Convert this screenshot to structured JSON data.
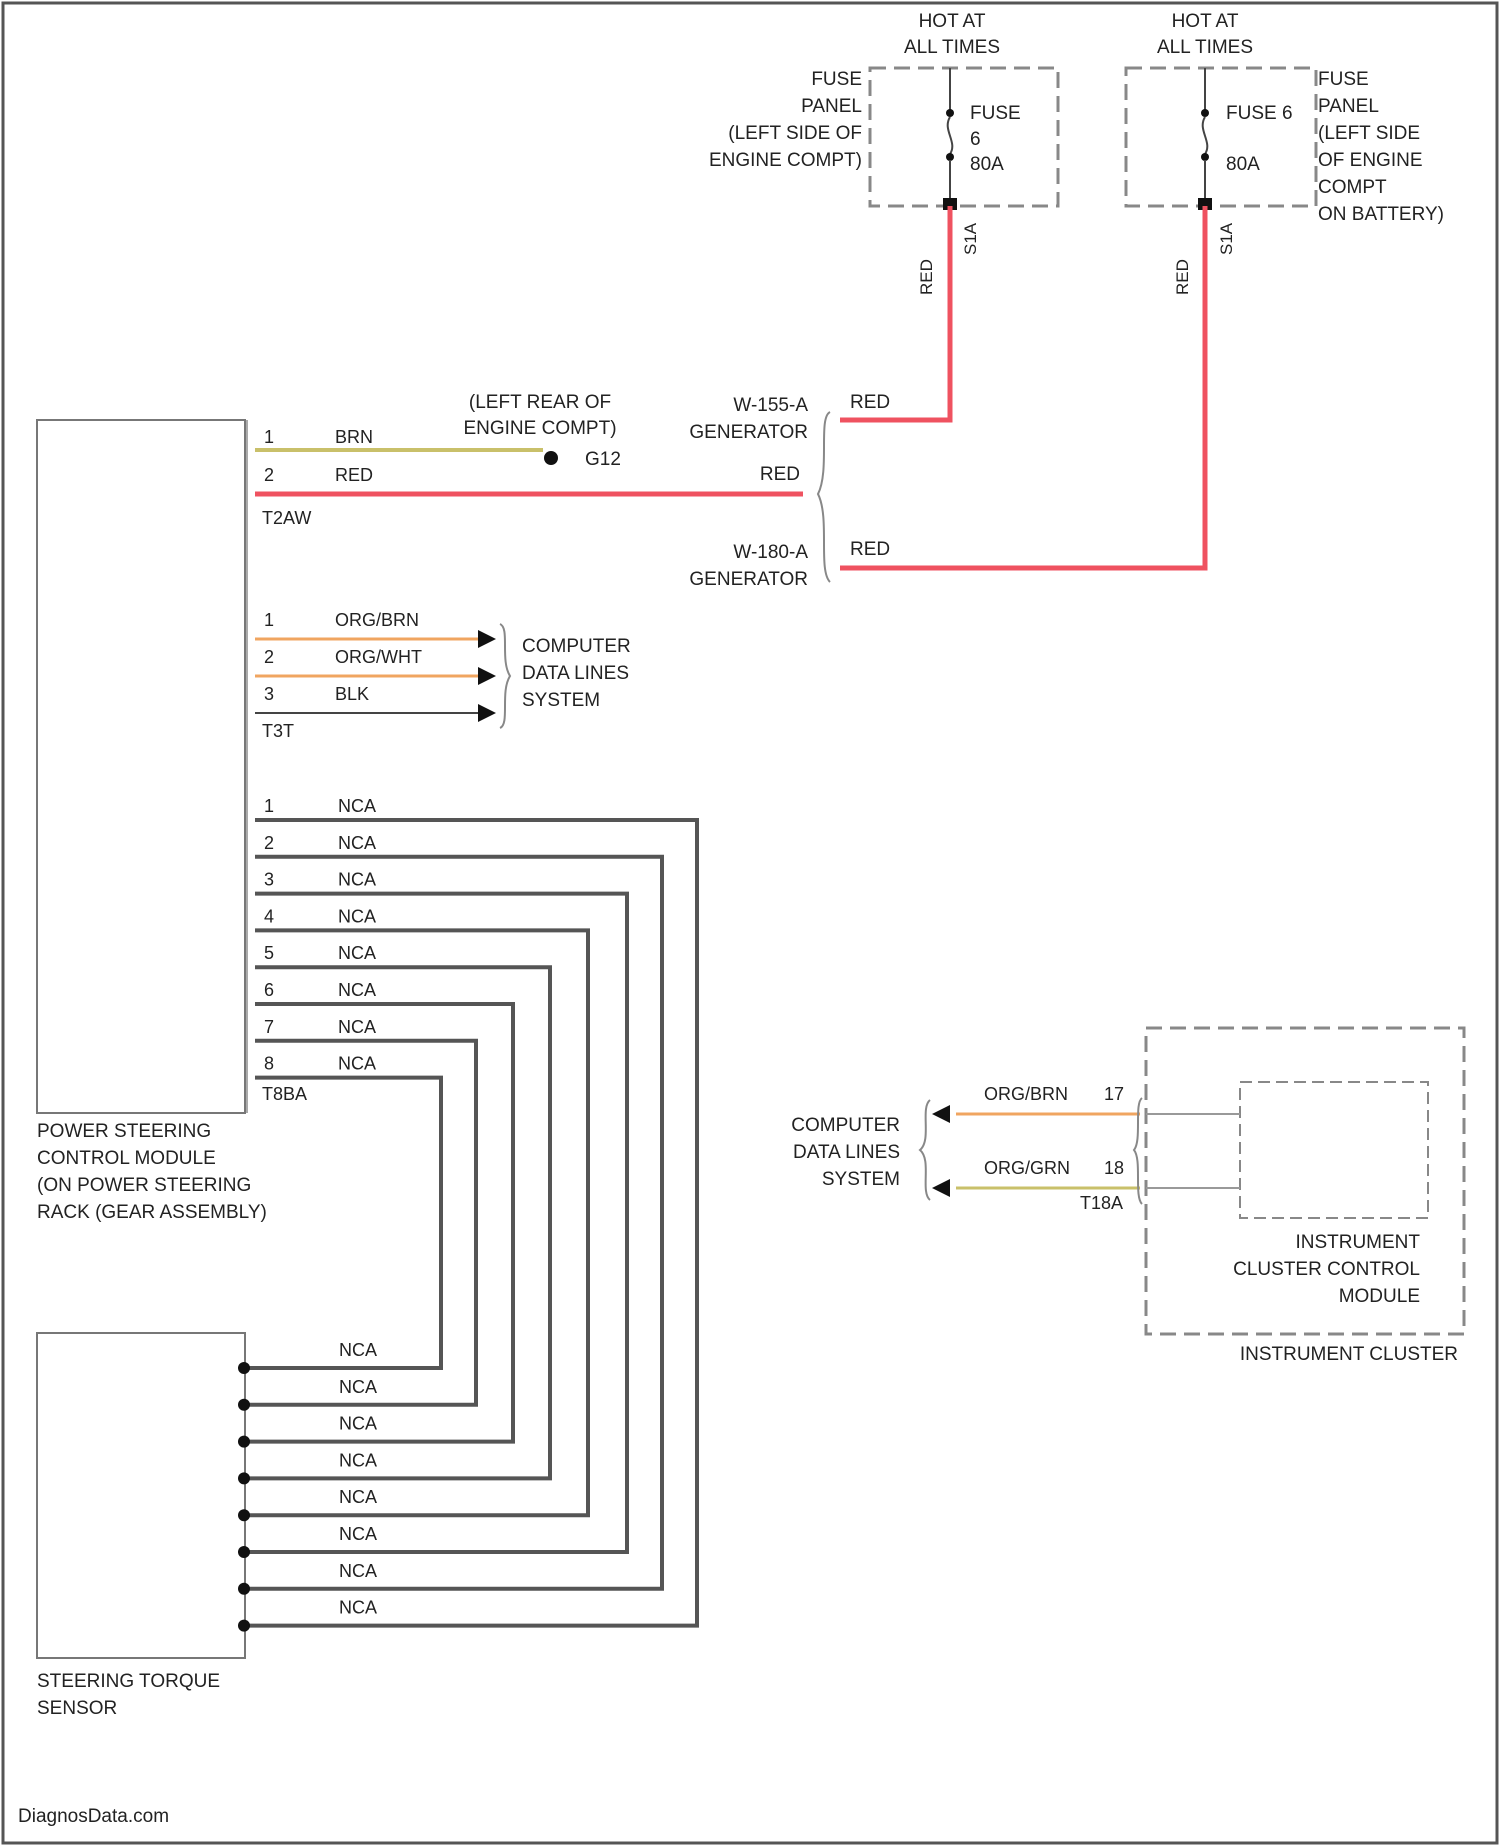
{
  "fuse1": {
    "hot_label_1": "HOT AT",
    "hot_label_2": "ALL TIMES",
    "panel_lines": [
      "FUSE",
      "PANEL",
      "(LEFT SIDE OF",
      "ENGINE COMPT)"
    ],
    "fuse_name_1": "FUSE",
    "fuse_name_2": "6",
    "fuse_rating": "80A",
    "wire_color": "RED",
    "wire_id": "S1A"
  },
  "fuse2": {
    "hot_label_1": "HOT AT",
    "hot_label_2": "ALL TIMES",
    "fuse_name": "FUSE 6",
    "fuse_rating": "80A",
    "panel_lines": [
      "FUSE",
      "PANEL",
      "(LEFT SIDE",
      "OF ENGINE",
      "COMPT",
      "ON BATTERY)"
    ],
    "wire_color": "RED",
    "wire_id": "S1A"
  },
  "ground": {
    "location_1": "(LEFT REAR OF",
    "location_2": "ENGINE COMPT)",
    "name": "G12"
  },
  "generator_a": {
    "line1": "W-155-A",
    "line2": "GENERATOR",
    "wire": "RED"
  },
  "generator_b": {
    "line1": "W-180-A",
    "line2": "GENERATOR",
    "wire": "RED"
  },
  "red_center": "RED",
  "connector_t2": {
    "name": "T2AW",
    "pins": [
      {
        "num": "1",
        "color": "BRN"
      },
      {
        "num": "2",
        "color": "RED"
      }
    ]
  },
  "connector_t3": {
    "name": "T3T",
    "pins": [
      {
        "num": "1",
        "color": "ORG/BRN"
      },
      {
        "num": "2",
        "color": "ORG/WHT"
      },
      {
        "num": "3",
        "color": "BLK"
      }
    ],
    "dest": [
      "COMPUTER",
      "DATA LINES",
      "SYSTEM"
    ]
  },
  "connector_t8": {
    "name": "T8BA",
    "pins": [
      {
        "num": "1",
        "color": "NCA"
      },
      {
        "num": "2",
        "color": "NCA"
      },
      {
        "num": "3",
        "color": "NCA"
      },
      {
        "num": "4",
        "color": "NCA"
      },
      {
        "num": "5",
        "color": "NCA"
      },
      {
        "num": "6",
        "color": "NCA"
      },
      {
        "num": "7",
        "color": "NCA"
      },
      {
        "num": "8",
        "color": "NCA"
      }
    ]
  },
  "psm_label": [
    "POWER STEERING",
    "CONTROL MODULE",
    "(ON POWER STEERING",
    "RACK (GEAR ASSEMBLY)"
  ],
  "sensor": {
    "wires": [
      "NCA",
      "NCA",
      "NCA",
      "NCA",
      "NCA",
      "NCA",
      "NCA",
      "NCA"
    ],
    "label": [
      "STEERING TORQUE",
      "SENSOR"
    ]
  },
  "cluster": {
    "dest": [
      "COMPUTER",
      "DATA LINES",
      "SYSTEM"
    ],
    "wire1": {
      "color": "ORG/BRN",
      "pin": "17"
    },
    "wire2": {
      "color": "ORG/GRN",
      "pin": "18"
    },
    "connector": "T18A",
    "module": [
      "INSTRUMENT",
      "CLUSTER CONTROL",
      "MODULE"
    ],
    "name": "INSTRUMENT CLUSTER"
  },
  "watermark": "DiagnosData.com"
}
